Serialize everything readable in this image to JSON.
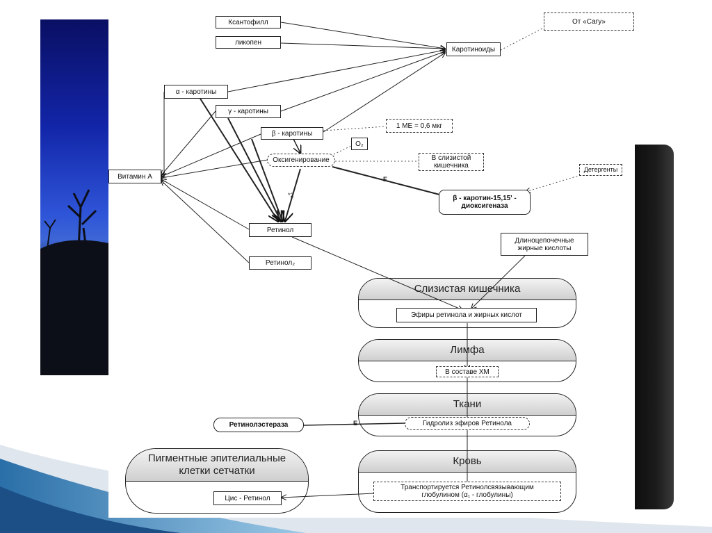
{
  "nodes": {
    "xanthophyll": "Ксантофилл",
    "lycopene": "ликопен",
    "carotenoids": "Каротиноиды",
    "from_sarru": "От «Сагу»",
    "alpha_carotene": "α  - каротины",
    "gamma_carotene": "γ  - каротины",
    "beta_carotene": "β  - каротины",
    "me_value": "1 МЕ  = 0,6 мкг",
    "o2": "O₂",
    "oxygenation": "Оксигенирование",
    "intestinal_mucosa_note": "В слизистой\nкишечника",
    "detergents": "Детергенты",
    "vitamin_a": "Витамин А",
    "dioxygenase": "β  - каротин-15,15' -\nдиоксигеназа",
    "retinol": "Ретинол",
    "retinol2": "Ретинол₂",
    "long_chain_fa": "Длиноцепочечные\nжирные кислоты",
    "retinol_esters": "Эфиры ретинола и жирных кислот",
    "in_chylomicrons": "В составе ХМ",
    "retinol_esterase": "Ретинолэстераза",
    "hydrolysis": "Гидролиз эфиров Ретинола",
    "transport": "Транспортируется Ретинолсвязывающим\nглобулином (α₁ - глобулины)",
    "cis_retinol": "Цис - Ретинол"
  },
  "lanes": {
    "mucosa": "Слизистая кишечника",
    "lymph": "Лимфа",
    "tissues": "Ткани",
    "blood": "Кровь",
    "retina": "Пигментные эпителиальные\nклетки сетчатки"
  },
  "edge_labels": {
    "e1": "E",
    "e2": "E",
    "x2": "*2"
  }
}
